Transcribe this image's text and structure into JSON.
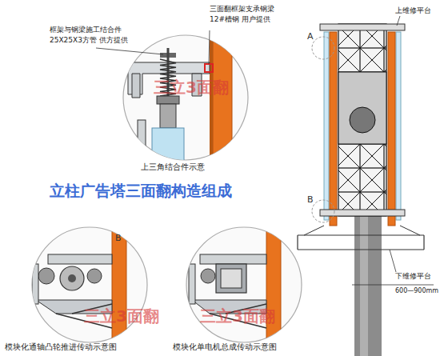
{
  "diagram": {
    "title": "立柱广告塔三面翻构造组成",
    "labels": [
      "三面翻框架支承钢梁",
      "12#槽钢 用户提供",
      "框架与钢梁施工结合件",
      "25X25X3方管 供方提供",
      "上三角结合件示意",
      "三立3面翻",
      "上维修平台",
      "A",
      "B",
      "下维修平台",
      "600—900mm",
      "B",
      "三立3面翻",
      "三立3面翻",
      "模块化通轴凸轮推进传动示意图",
      "模块化单电机总成传动示意图"
    ]
  }
}
